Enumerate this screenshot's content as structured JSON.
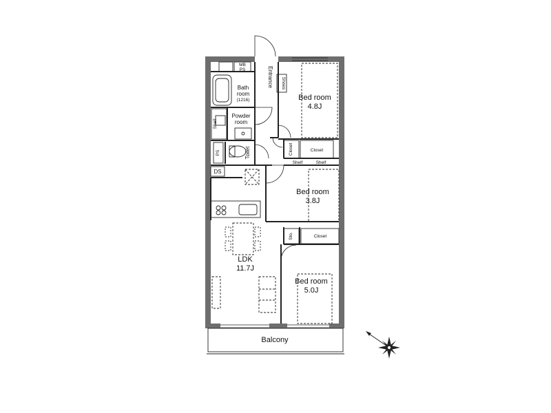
{
  "rooms": {
    "bed1": {
      "label": "Bed room",
      "size": "4.8J"
    },
    "bed2": {
      "label": "Bed room",
      "size": "3.8J"
    },
    "bed3": {
      "label": "Bed room",
      "size": "5.0J"
    },
    "ldk": {
      "label": "LDK",
      "size": "11.7J"
    },
    "bath": {
      "line1": "Bath",
      "line2": "room",
      "note": "(1216)"
    },
    "powder": {
      "line1": "Powder",
      "line2": "room"
    },
    "toilet": "Toilet",
    "entrance": "Entrance",
    "balcony": "Balcony"
  },
  "storage": {
    "closet1": "Closet",
    "closet2": "Closet",
    "closet3": "Closet",
    "shelf1": "Shelf",
    "shelf2": "Shelf",
    "shelf3": "Shelf",
    "shoes": "Shoes",
    "sto": "Sto.",
    "mb": "MB",
    "ps1": "PS",
    "ps2": "PS",
    "ds": "DS"
  },
  "colors": {
    "wall": "#6e6e6e",
    "line": "#222222",
    "background": "#ffffff"
  },
  "icons": {
    "compass": "compass-rose-icon"
  }
}
